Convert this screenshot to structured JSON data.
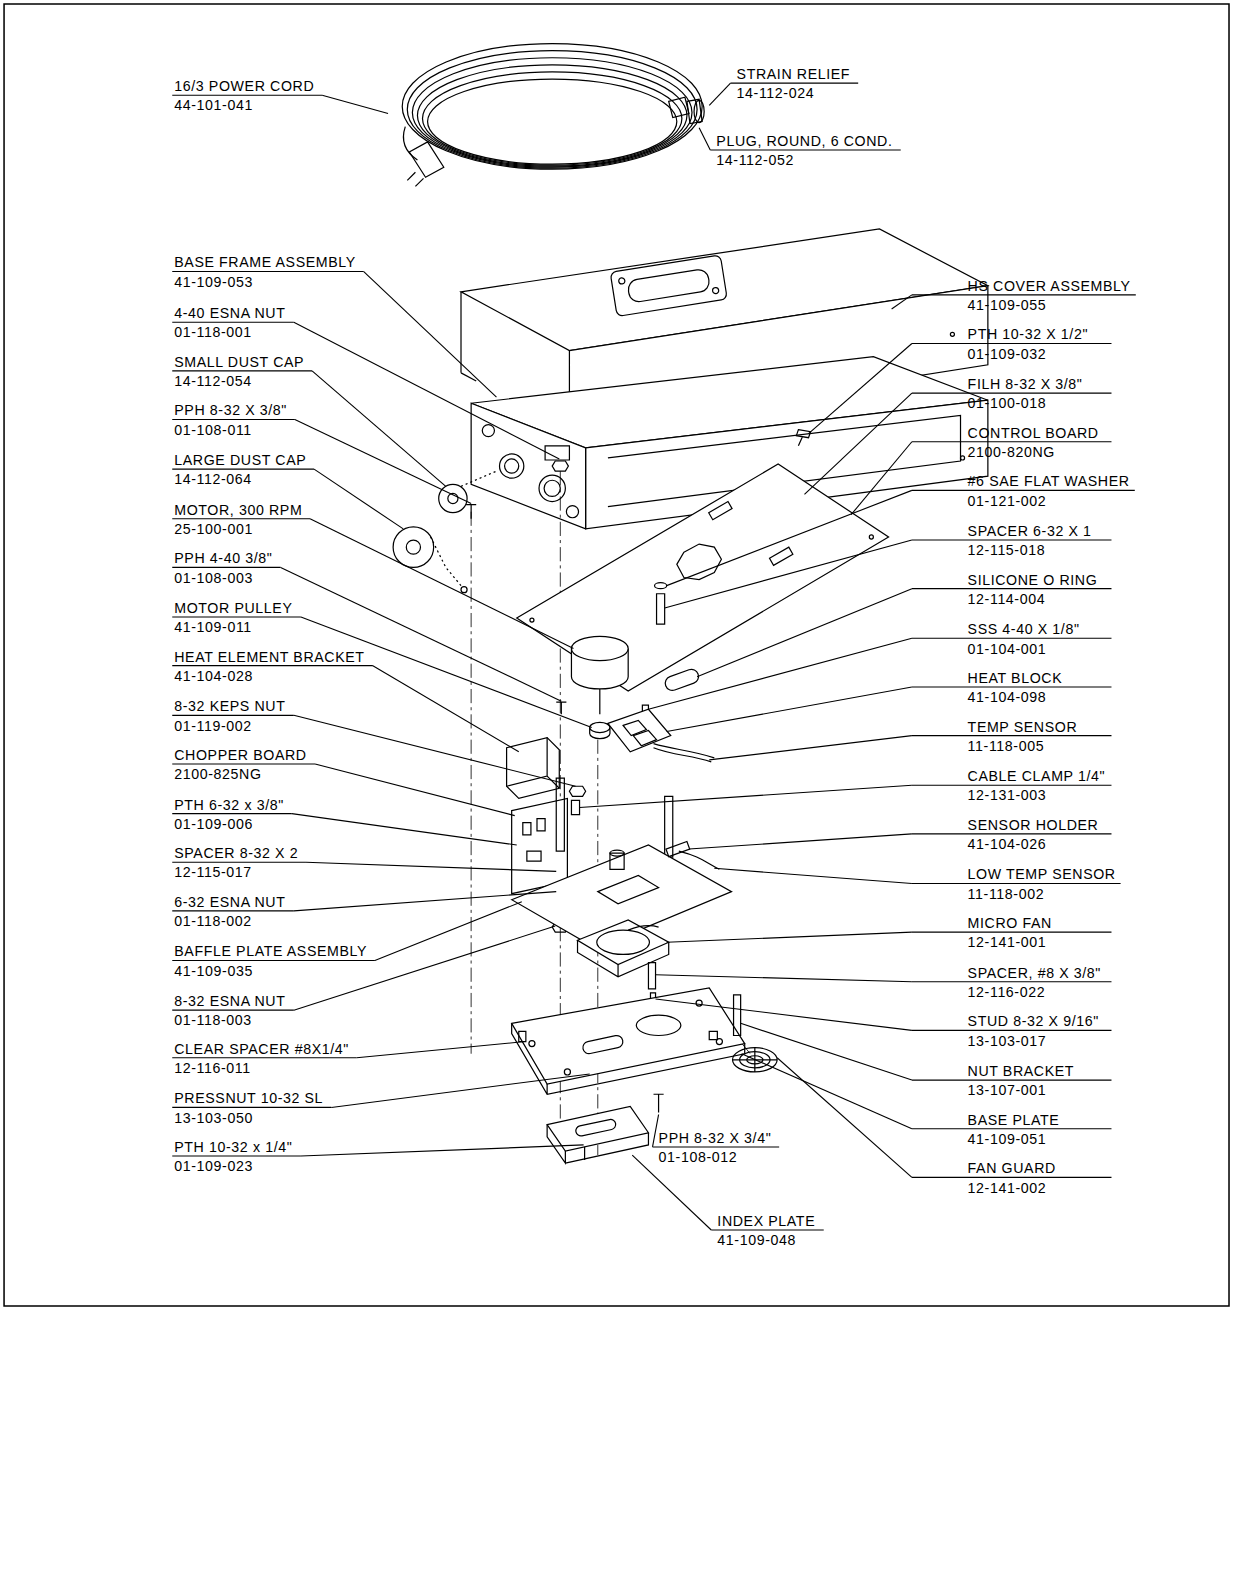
{
  "diagram": {
    "labels": [
      "16/3 POWER CORD",
      "44-101-041",
      "STRAIN RELIEF",
      "14-112-024",
      "PLUG, ROUND, 6 COND.",
      "14-112-052",
      "BASE FRAME ASSEMBLY",
      "41-109-053",
      "4-40 ESNA NUT",
      "01-118-001",
      "SMALL DUST CAP",
      "14-112-054",
      "PPH 8-32 X 3/8\"",
      "01-108-011",
      "LARGE DUST CAP",
      "14-112-064",
      "MOTOR, 300 RPM",
      "25-100-001",
      "PPH 4-40 3/8\"",
      "01-108-003",
      "MOTOR PULLEY",
      "41-109-011",
      "HEAT ELEMENT BRACKET",
      "41-104-028",
      "8-32 KEPS NUT",
      "01-119-002",
      "CHOPPER BOARD",
      "2100-825NG",
      "PTH 6-32 x 3/8\"",
      "01-109-006",
      "SPACER 8-32 X 2",
      "12-115-017",
      "6-32 ESNA NUT",
      "01-118-002",
      "BAFFLE PLATE ASSEMBLY",
      "41-109-035",
      "8-32 ESNA NUT",
      "01-118-003",
      "CLEAR SPACER #8X1/4\"",
      "12-116-011",
      "PRESSNUT 10-32 SL",
      "13-103-050",
      "PTH 10-32 x 1/4\"",
      "01-109-023",
      "HS COVER ASSEMBLY",
      "41-109-055",
      "PTH 10-32 X 1/2\"",
      "01-109-032",
      "FILH 8-32 X 3/8\"",
      "01-100-018",
      "CONTROL BOARD",
      "2100-820NG",
      "#6 SAE FLAT WASHER",
      "01-121-002",
      "SPACER 6-32 X 1",
      "12-115-018",
      "SILICONE O RING",
      "12-114-004",
      "SSS 4-40 X 1/8\"",
      "01-104-001",
      "HEAT BLOCK",
      "41-104-098",
      "TEMP SENSOR",
      "11-118-005",
      "CABLE CLAMP 1/4\"",
      "12-131-003",
      "SENSOR HOLDER",
      "41-104-026",
      "LOW TEMP SENSOR",
      "11-118-002",
      "MICRO FAN",
      "12-141-001",
      "SPACER, #8 X 3/8\"",
      "12-116-022",
      "STUD 8-32 X 9/16\"",
      "13-103-017",
      "NUT BRACKET",
      "13-107-001",
      "BASE PLATE",
      "41-109-051",
      "FAN GUARD",
      "12-141-002",
      "PPH 8-32 X 3/4\"",
      "01-108-012",
      "INDEX PLATE",
      "41-109-048"
    ]
  }
}
